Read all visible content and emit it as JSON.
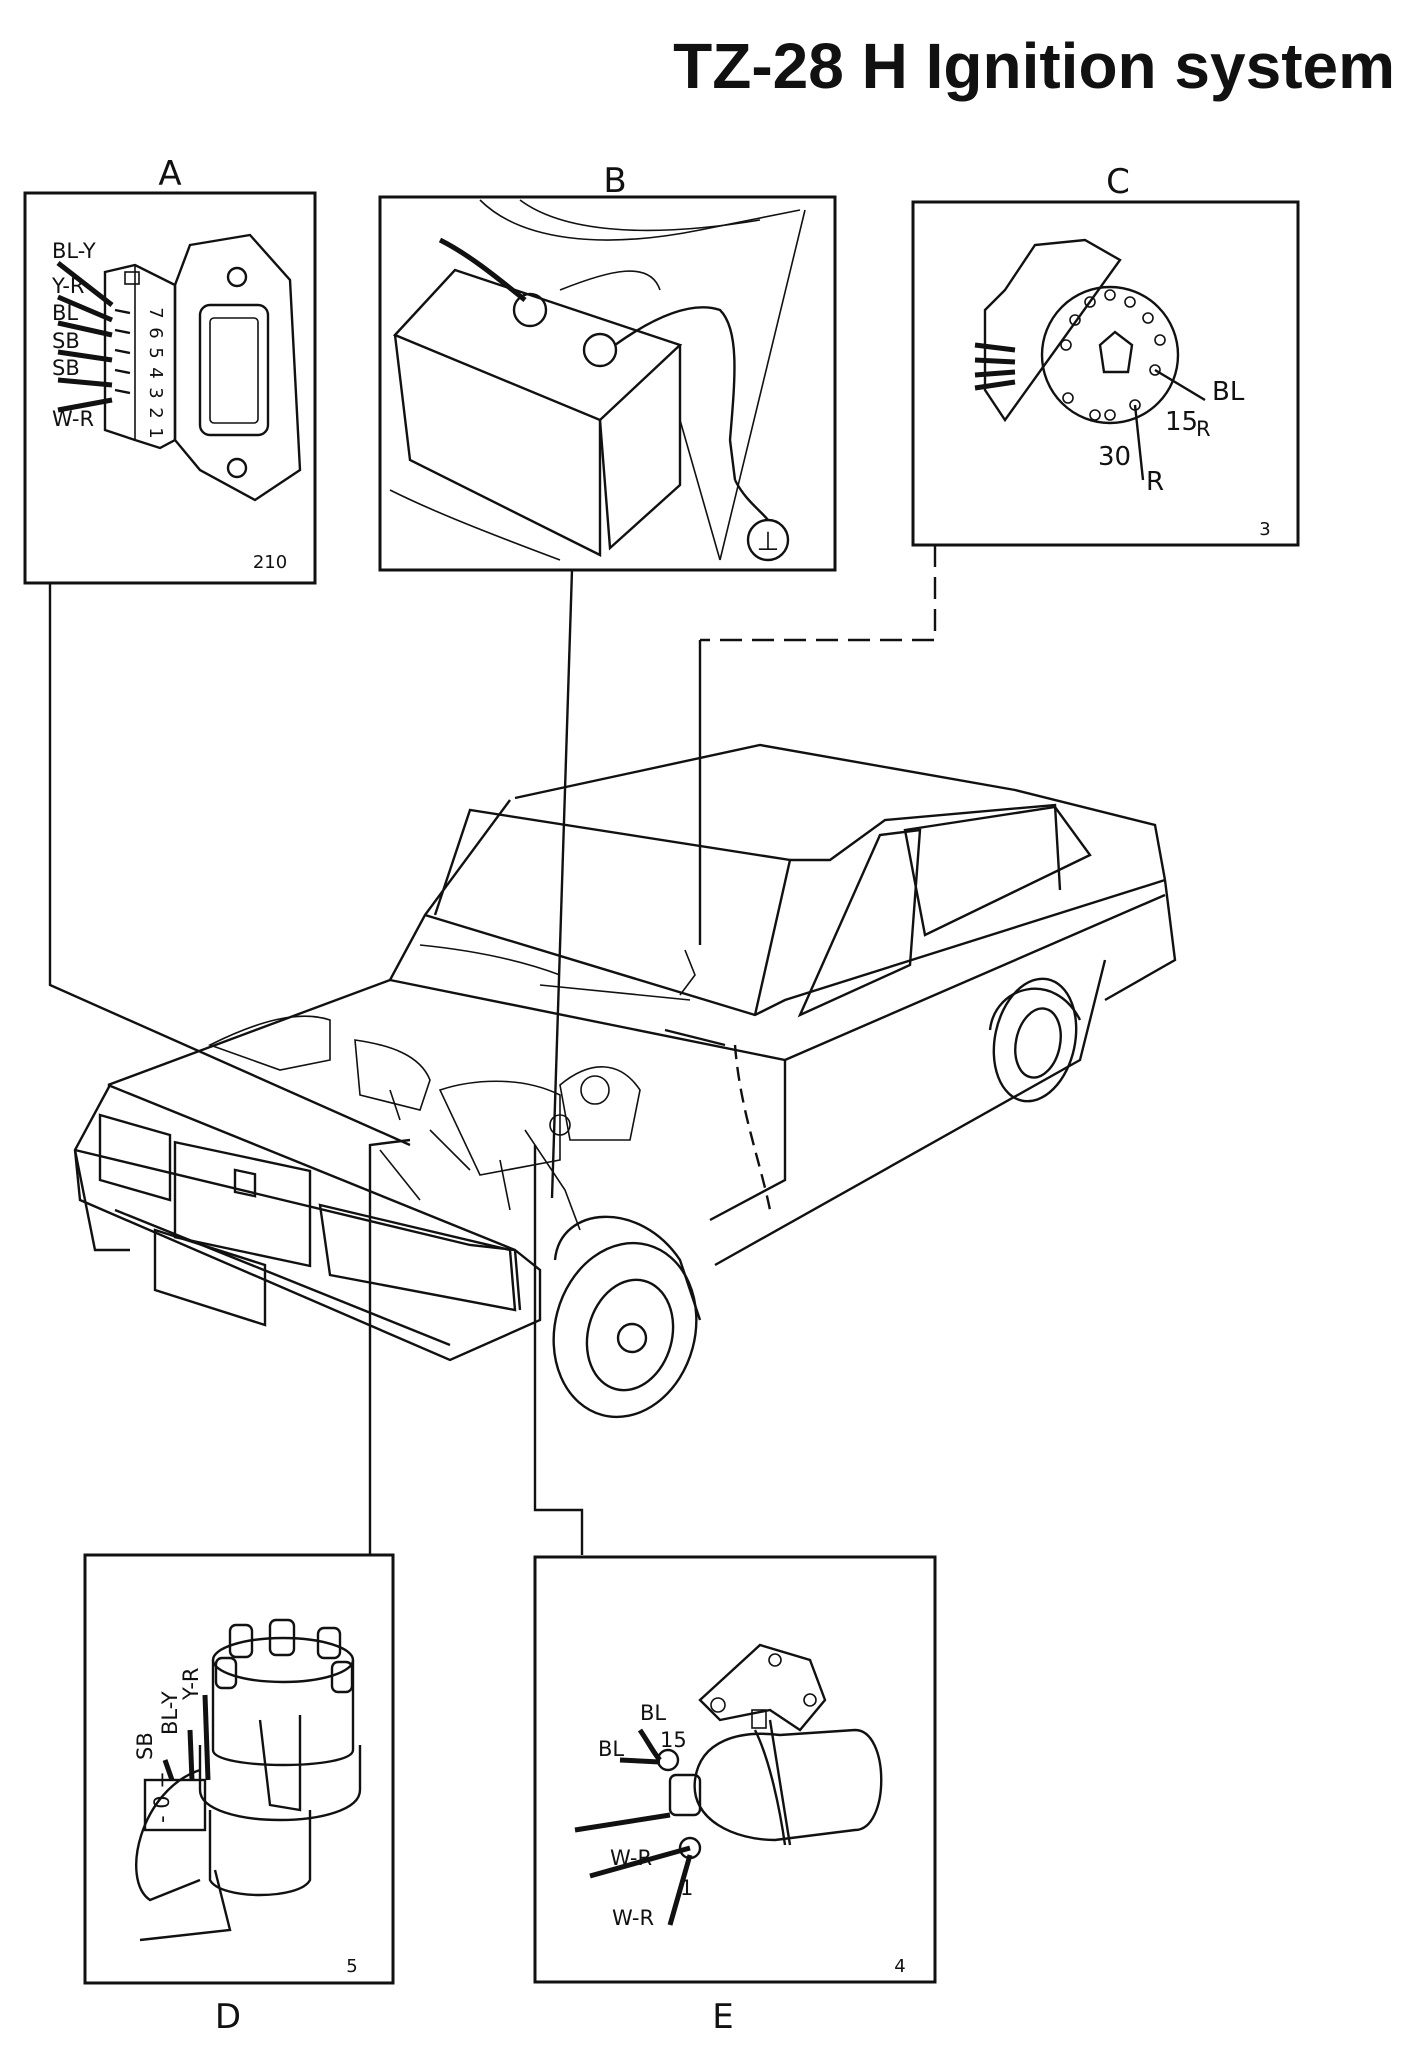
{
  "title": "TZ-28 H Ignition system",
  "panels": {
    "A": {
      "letter": "A",
      "wires": [
        "BL-Y",
        "Y-R",
        "BL",
        "SB",
        "SB",
        "W-R"
      ],
      "pins": [
        "7",
        "6",
        "5",
        "4",
        "3",
        "2",
        "1"
      ],
      "number": "210"
    },
    "B": {
      "letter": "B",
      "ground_symbol": "⊥"
    },
    "C": {
      "letter": "C",
      "labels": {
        "bl": "BL",
        "t15": "15",
        "t15_sub": "R",
        "t30": "30",
        "r": "R"
      },
      "number": "3"
    },
    "D": {
      "letter": "D",
      "wires": [
        "SB",
        "BL-Y",
        "Y-R"
      ],
      "connector": "- 0 +",
      "number": "5"
    },
    "E": {
      "letter": "E",
      "labels": {
        "bl_top": "BL",
        "t15": "15",
        "bl_left": "BL",
        "wr_mid": "W-R",
        "t1": "1",
        "wr_bottom": "W-R"
      },
      "number": "4"
    }
  },
  "icons": [
    "control-unit-icon",
    "battery-icon",
    "ignition-switch-icon",
    "car-icon",
    "distributor-icon",
    "ignition-coil-icon"
  ]
}
